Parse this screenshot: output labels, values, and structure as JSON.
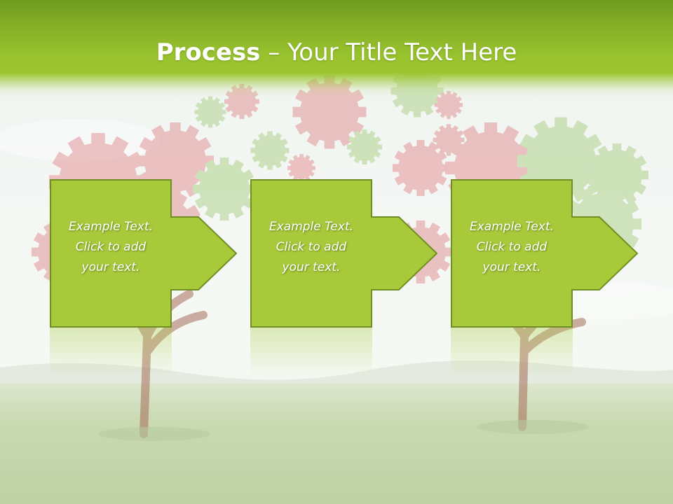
{
  "slide": {
    "title_bold": "Process",
    "title_rest": " – Your Title Text Here"
  },
  "steps": [
    {
      "line1": "Example Text.",
      "line2": "Click  to add",
      "line3": "your text."
    },
    {
      "line1": "Example Text.",
      "line2": "Click  to add",
      "line3": "your text."
    },
    {
      "line1": "Example Text.",
      "line2": "Click  to add",
      "line3": "your text."
    }
  ],
  "colors": {
    "title_bar": "#86b126",
    "box_fill": "#a7c93a",
    "box_border": "#6f8f22",
    "gear_red": "#d9666a",
    "gear_green": "#8fc25a",
    "grass": "#b9cf9a"
  },
  "icons": [
    "gear-icon",
    "tree-icon",
    "arrow-right-icon"
  ]
}
